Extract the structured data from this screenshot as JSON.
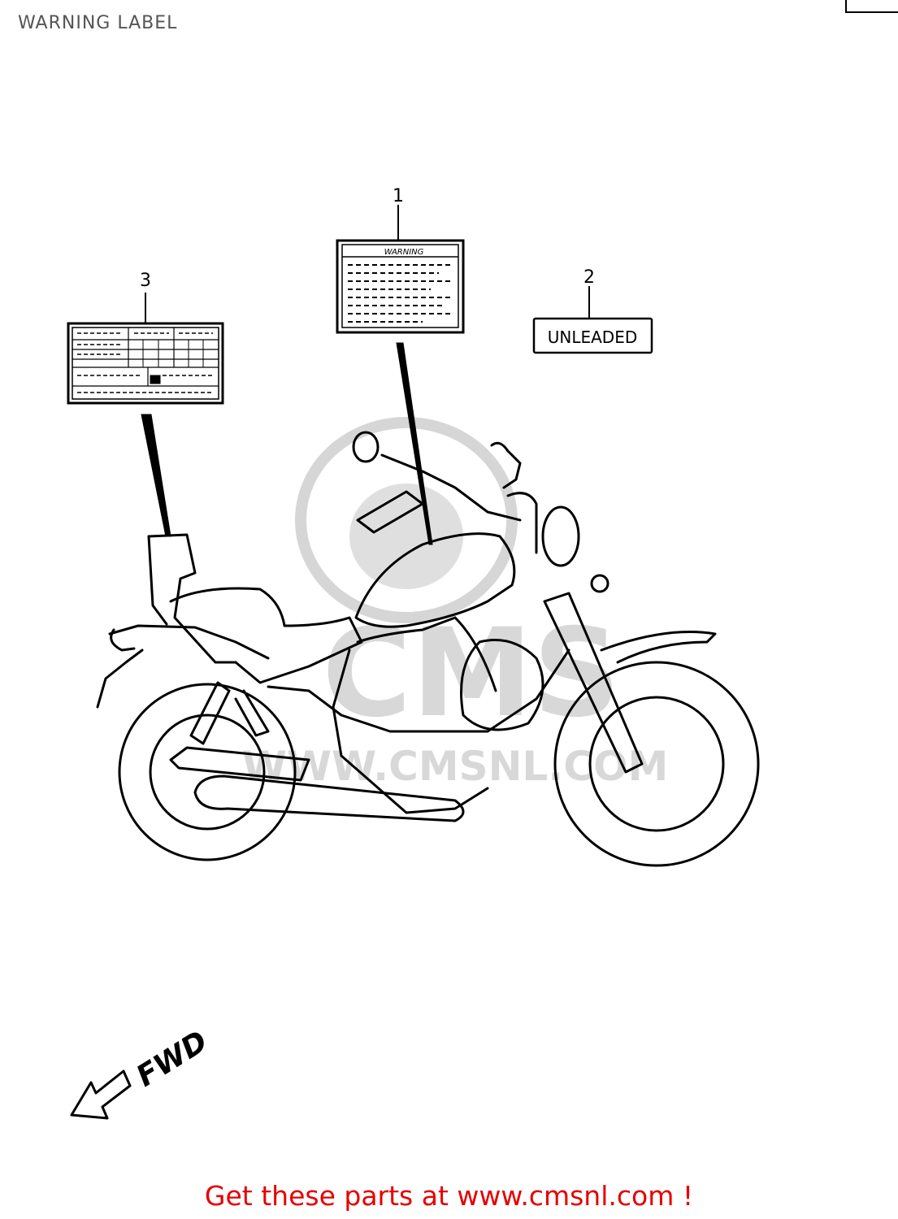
{
  "title": "WARNING LABEL",
  "callouts": [
    {
      "number": "1"
    },
    {
      "number": "2"
    },
    {
      "number": "3"
    }
  ],
  "label_1": {
    "heading": "WARNING"
  },
  "label_2": {
    "text": "UNLEADED"
  },
  "watermark": {
    "url": "WWW.CMSNL.COM",
    "logo_text": "CMS"
  },
  "direction": {
    "text": "FWD"
  },
  "footer": {
    "text": "Get these parts at www.cmsnl.com !"
  },
  "colors": {
    "line": "#000000",
    "footer": "#e60000",
    "watermark": "#cccccc"
  }
}
